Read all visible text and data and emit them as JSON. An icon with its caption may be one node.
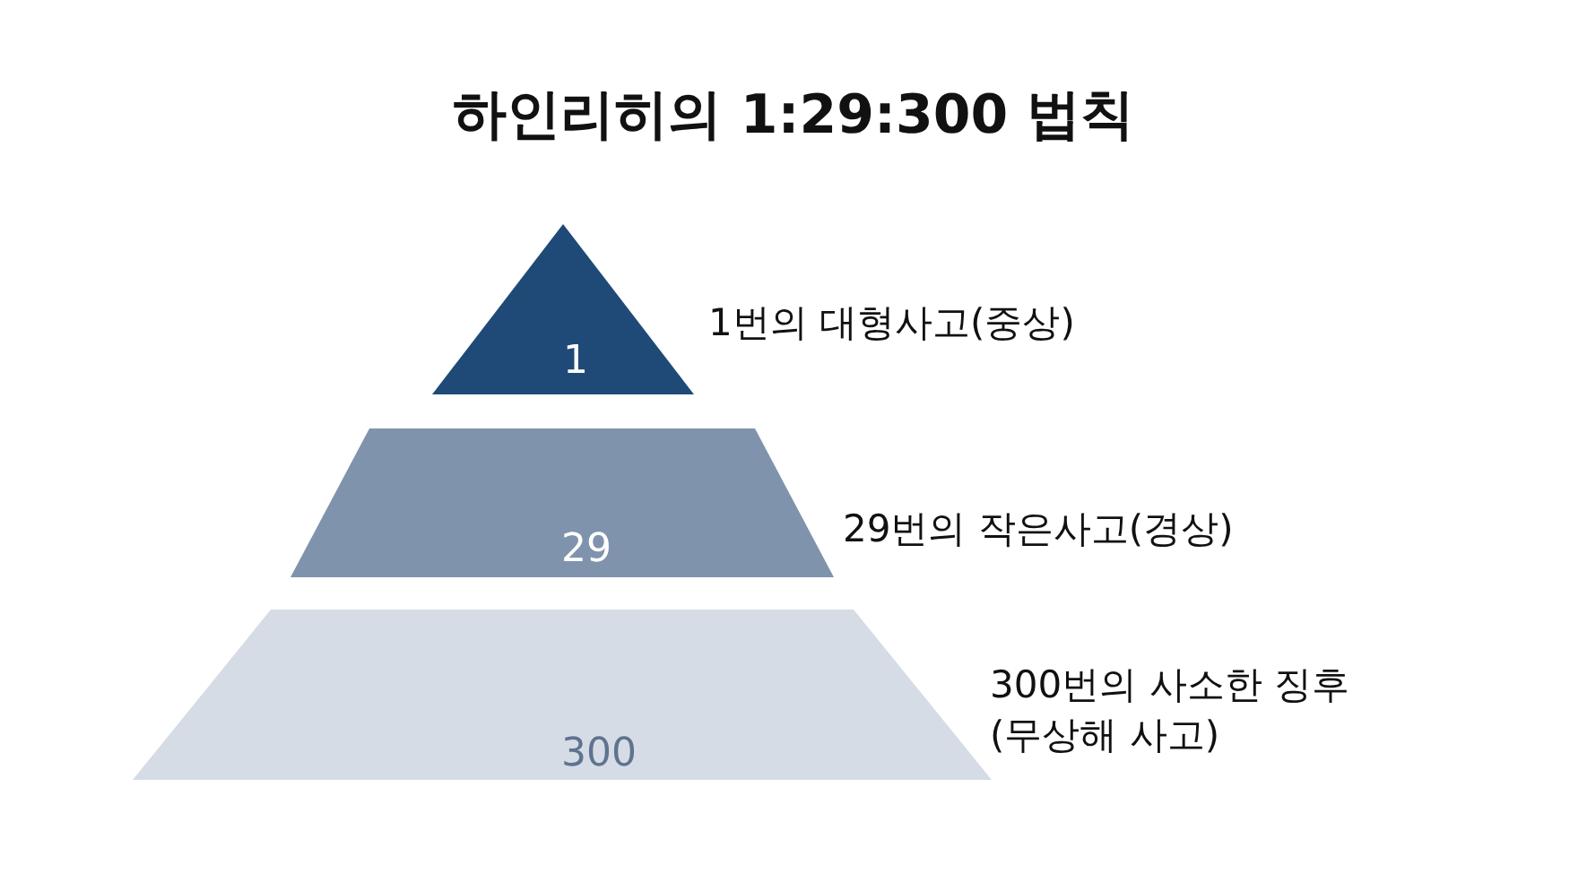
{
  "diagram": {
    "title": "하인리히의 1:29:300 법칙",
    "nodes": [
      {
        "text": [
          "1"
        ],
        "beside": [
          "1번의 대형사고(중상)"
        ]
      },
      {
        "text": [
          "29"
        ],
        "beside": [
          "29번의 작은사고(경상)"
        ]
      },
      {
        "text": [
          "300"
        ],
        "beside": [
          "300번의 사소한 징후 (무상해 사고)"
        ]
      }
    ]
  }
}
